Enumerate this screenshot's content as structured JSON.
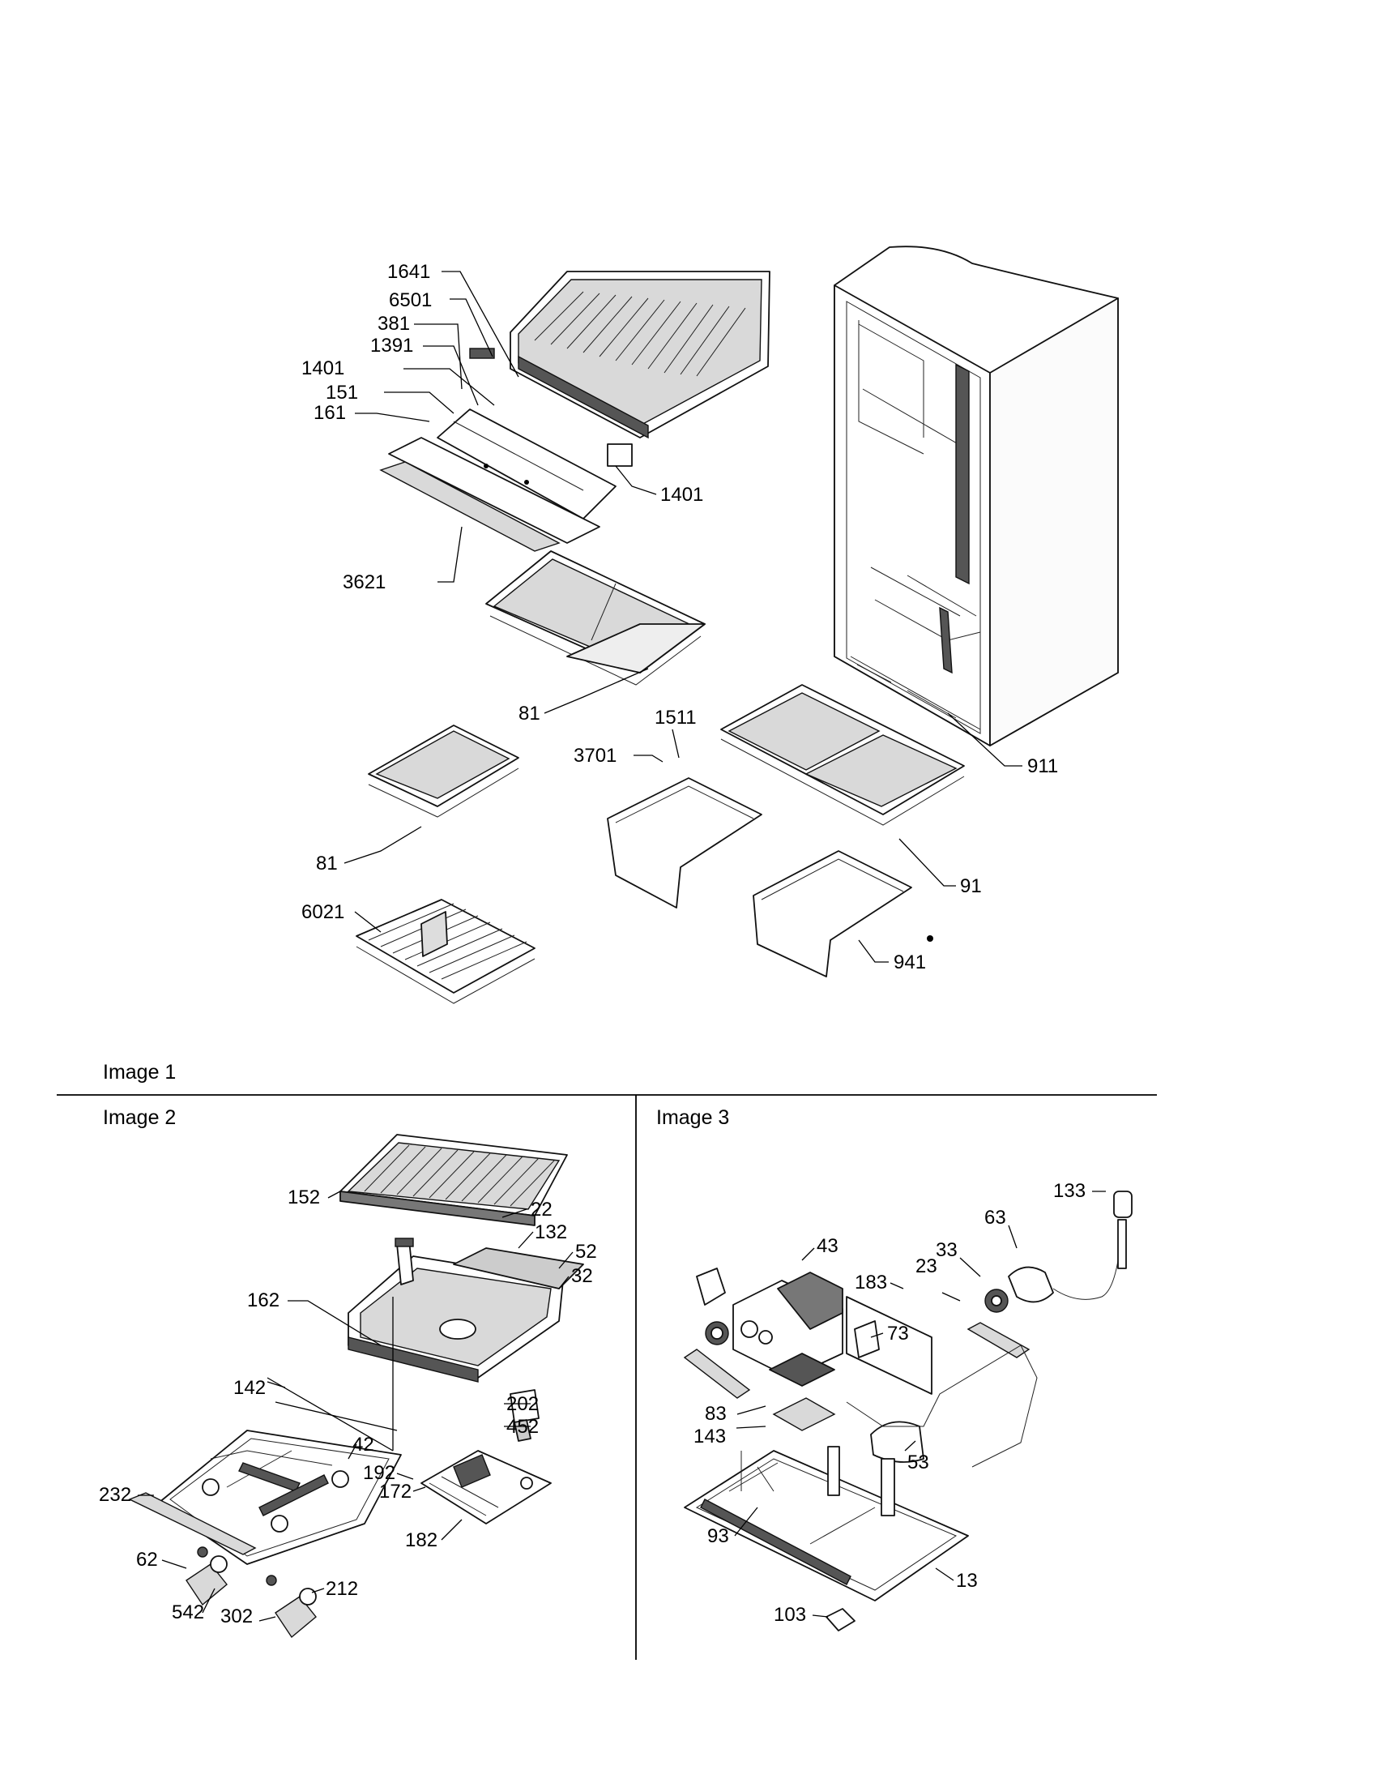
{
  "sections": [
    {
      "label": "Image 1"
    },
    {
      "label": "Image 2"
    },
    {
      "label": "Image 3"
    }
  ],
  "image1_callouts": [
    "1641",
    "6501",
    "381",
    "1391",
    "1401",
    "151",
    "161",
    "1401",
    "3621",
    "81",
    "1511",
    "3701",
    "911",
    "81",
    "91",
    "6021",
    "941"
  ],
  "image2_callouts": [
    "152",
    "22",
    "132",
    "52",
    "32",
    "162",
    "142",
    "202",
    "452",
    "42",
    "192",
    "232",
    "172",
    "62",
    "212",
    "182",
    "542",
    "302"
  ],
  "image3_callouts": [
    "133",
    "63",
    "43",
    "33",
    "183",
    "23",
    "73",
    "83",
    "143",
    "53",
    "93",
    "13",
    "103"
  ]
}
